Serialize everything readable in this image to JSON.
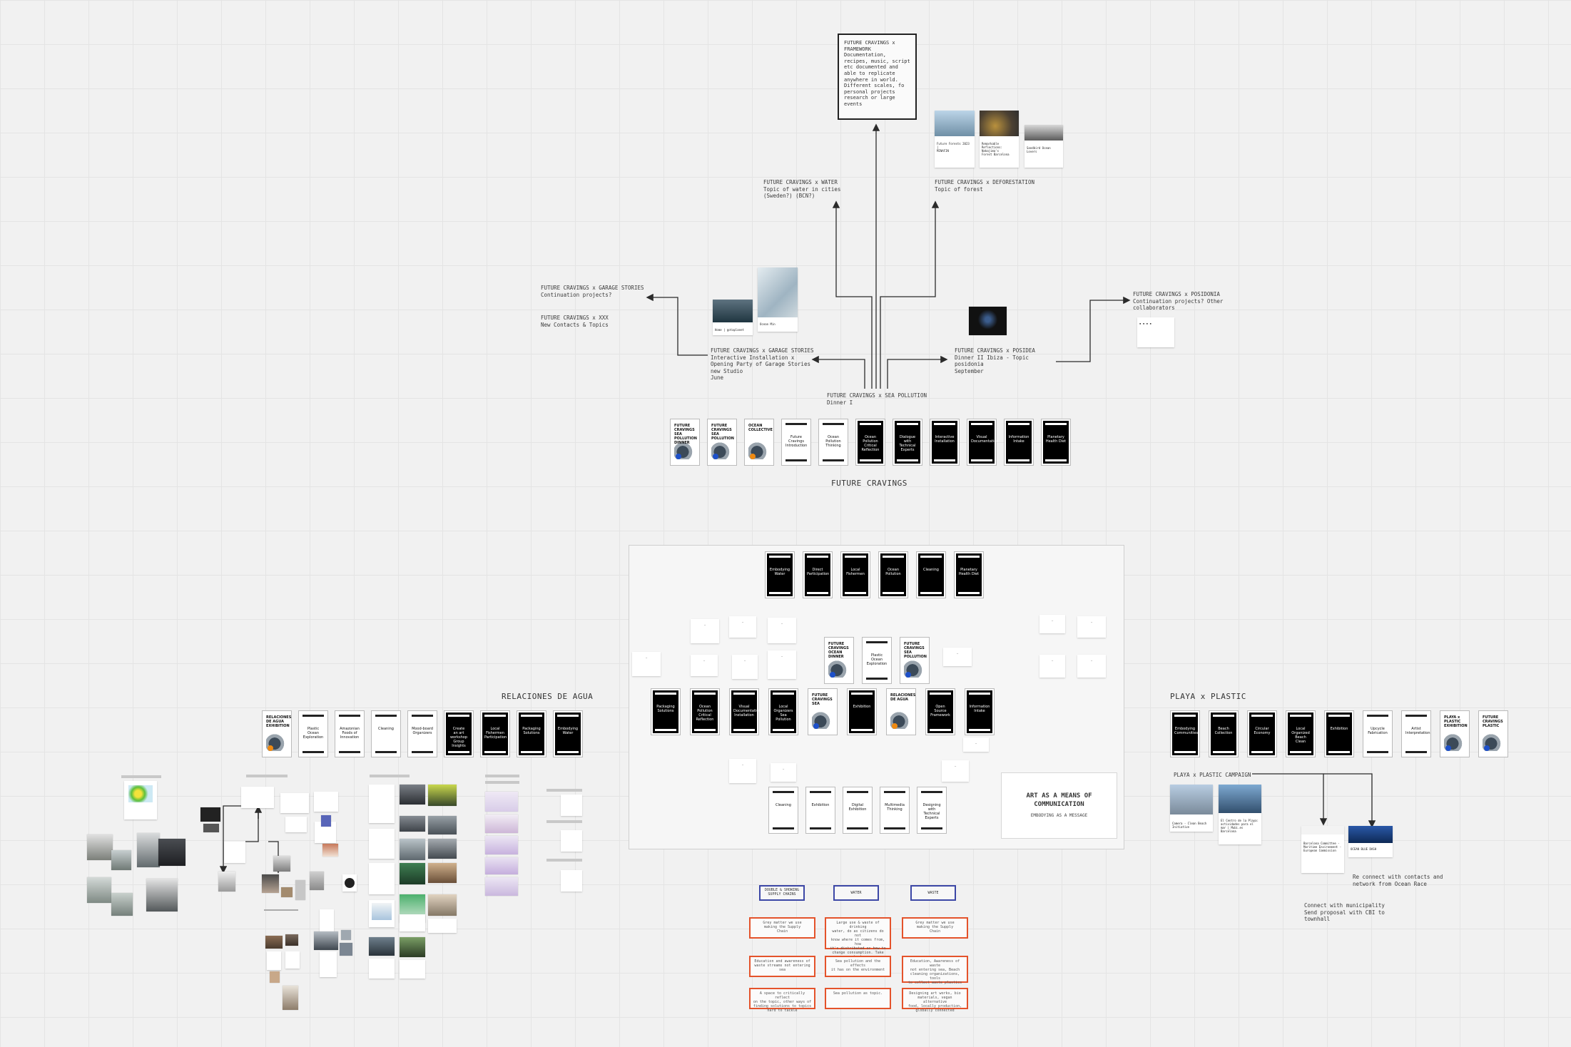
{
  "framework": {
    "text": "FUTURE CRAVINGS x\nFRAMEWORK\nDocumentation,\nrecipes, music, script\netc documented and\nable to replicate\nanywhere in world.\nDifferent scales, fo\npersonal projects\nresearch or large\nevents"
  },
  "notes": {
    "water": "FUTURE CRAVINGS x WATER\nTopic of water in cities\n(Sweden?) (BCN?)",
    "deforestation": "FUTURE CRAVINGS x DEFORESTATION\nTopic of forest",
    "garage_continuation": "FUTURE CRAVINGS x GARAGE STORIES\nContinuation projects?",
    "xxx": "FUTURE CRAVINGS x XXX\nNew Contacts & Topics",
    "garage_installation": "FUTURE CRAVINGS x GARAGE STORIES\nInteractive Installation x\nOpening Party of Garage Stories\nnew Studio\nJune",
    "posidea": "FUTURE CRAVINGS x POSIDEA\nDinner II Ibiza - Topic\nposidonia\nSeptember",
    "posidonia": "FUTURE CRAVINGS x POSIDONIA\nContinuation projects? Other\ncollaborators",
    "sea_pollution": "FUTURE CRAVINGS x SEA POLLUTION\nDinner I",
    "reconnect": "Re connect with contacts and\nnetwork from Ocean Race",
    "municipality": "Connect with municipality\nSend proposal with CBI to\ntownhall"
  },
  "section_titles": {
    "future_cravings": "FUTURE CRAVINGS",
    "relaciones": "RELACIONES DE AGUA",
    "playa": "PLAYA x PLASTIC",
    "playa_campaign": "PLAYA x PLASTIC CAMPAIGN"
  },
  "art_box": {
    "heading": "ART AS A MEANS OF\nCOMMUNICATION",
    "sub": "EMBODYING AS A MESSAGE"
  },
  "link_cards": {
    "future_forests": "Future Forests 2023 |\nMINAFIN",
    "remarkable": "Remarkable\nReflections:\nNakajima's \nForest Barcelona",
    "sandbird": "Sandbird Ocean Lovers",
    "home": "Home | gotaplanet",
    "oceanmin": "Ocean Min",
    "playa_camp": "Camera - Clean Beach\nInitiative",
    "el_centro": "El Centro de la Playa:\nactividades para el\nmar | Mubi.es\nBarcelona",
    "barcelona_ocean": "Barcelona Committee -\nMaritime Environment -\nEuropean Commission",
    "ocean_blue": "OCEAN BLUE DASH"
  },
  "blue_labels": {
    "b1": "DOUBLE & SHOWING\nSUPPLY CHAINS",
    "b2": "WATER",
    "b3": "WASTE"
  },
  "red_notes": {
    "r1": "Grey matter we use\nmaking the Supply\nChain",
    "r2": "Large use & waste of drinking\nwater, do as citizens do not\nknow where it comes from, how\nit's distributed or how to\nchange consumption. Take back\ncontrol of system",
    "r3": "Grey matter we use\nmaking the Supply\nChain",
    "r4": "Education and awareness of\nwaste streams not entering sea",
    "r5": "Sea pollution and the effects\nit has on the environment",
    "r6": "Education, Awareness of waste\nnot entering sea, Beach\ncleaning organizations, tools\nto collect waste plastics",
    "r7": "A space to critically reflect\non the topic, other ways of\nfinding solutions to topics\nhard to tackle",
    "r8": "Sea pollution as topic.",
    "r9": "Designing art works, bio\nmaterials, vegan alternative\nfood, locally production,\nglobally connected"
  },
  "fc_cards": [
    {
      "text": "FUTURE CRAVINGS\nSEA POLLUTION\nDINNER",
      "style": "img-blue"
    },
    {
      "text": "FUTURE\nCRAVINGS SEA\nPOLLUTION",
      "style": "img-blue"
    },
    {
      "text": "OCEAN\nCOLLECTIVE",
      "style": "img-orange"
    },
    {
      "text": "Future\nCravings\nIntroduction",
      "style": "white"
    },
    {
      "text": "Ocean Pollution\nThinking",
      "style": "white"
    },
    {
      "text": "Ocean\nPollution\nCritical\nReflection",
      "style": "black"
    },
    {
      "text": "Dialogue\nwith\nTechnical\nExperts",
      "style": "black"
    },
    {
      "text": "Interactive\nInstallation",
      "style": "black"
    },
    {
      "text": "Visual\nDocumentation",
      "style": "black"
    },
    {
      "text": "Information\nIntake",
      "style": "black"
    },
    {
      "text": "Planetary\nHealth Diet",
      "style": "black"
    }
  ],
  "ra_cards": [
    {
      "text": "RELACIONES\nDE AGUA\nEXHIBITION",
      "style": "img-orange"
    },
    {
      "text": "Plastic Ocean\nExploration",
      "style": "white"
    },
    {
      "text": "Amazonian\nFoods of\nInnovation",
      "style": "white"
    },
    {
      "text": "Cleaning",
      "style": "white"
    },
    {
      "text": "Mood-board\nOrganizers",
      "style": "white"
    },
    {
      "text": "Create\nan art\nworkshop\nGroup Insights",
      "style": "black"
    },
    {
      "text": "Local\nFishermen\nParticipation",
      "style": "black"
    },
    {
      "text": "Packaging\nSolutions",
      "style": "black"
    },
    {
      "text": "Embodying\nWater",
      "style": "black"
    }
  ],
  "pp_cards": [
    {
      "text": "Embodying\nCommunities",
      "style": "black"
    },
    {
      "text": "Beach\nCollection",
      "style": "black"
    },
    {
      "text": "Circular\nEconomy",
      "style": "black"
    },
    {
      "text": "Local\nOrganized\nBeach Clean",
      "style": "black"
    },
    {
      "text": "Exhibition",
      "style": "black"
    },
    {
      "text": "Upcycle\nFabrication",
      "style": "white"
    },
    {
      "text": "Artist\nInterpretation",
      "style": "white"
    },
    {
      "text": "PLAYA x\nPLASTIC\nEXHIBITION",
      "style": "img-blue"
    },
    {
      "text": "FUTURE\nCRAVINGS\nPLASTIC",
      "style": "img-blue"
    }
  ],
  "panel_top_cards": [
    {
      "text": "Embodying\nWater",
      "style": "black"
    },
    {
      "text": "Direct\nParticipation",
      "style": "black"
    },
    {
      "text": "Local\nFishermen",
      "style": "black"
    },
    {
      "text": "Ocean\nPollution",
      "style": "black"
    },
    {
      "text": "Cleaning",
      "style": "black"
    },
    {
      "text": "Planetary\nHealth Diet",
      "style": "black"
    }
  ],
  "panel_mid_cards": [
    {
      "text": "FUTURE CRAVINGS\nOCEAN DINNER",
      "style": "img-blue"
    },
    {
      "text": "Plastic Ocean\nExploration",
      "style": "white"
    },
    {
      "text": "FUTURE CRAVINGS\nSEA POLLUTION",
      "style": "img-blue"
    }
  ],
  "panel_row_cards": [
    {
      "text": "Packaging\nSolutions",
      "style": "black"
    },
    {
      "text": "Ocean\nPollution\nCritical\nReflection",
      "style": "black"
    },
    {
      "text": "Visual\nDocumentation\nInstallation",
      "style": "black"
    },
    {
      "text": "Local\nOrganizers\nSea Pollution",
      "style": "black"
    },
    {
      "text": "FUTURE\nCRAVINGS\nSEA",
      "style": "img-blue"
    },
    {
      "text": "Exhibition",
      "style": "black"
    },
    {
      "text": "RELACIONES\nDE AGUA",
      "style": "img-orange"
    },
    {
      "text": "Open Source\nFramework",
      "style": "black"
    },
    {
      "text": "Information\nIntake",
      "style": "black"
    }
  ],
  "panel_bottom_cards": [
    {
      "text": "Cleaning",
      "style": "white"
    },
    {
      "text": "Exhibition",
      "style": "white"
    },
    {
      "text": "Digital\nExhibition",
      "style": "white"
    },
    {
      "text": "Multimedia\nThinking",
      "style": "white"
    },
    {
      "text": "Designing\nwith\nTechnical\nExperts",
      "style": "white"
    }
  ],
  "colors": {
    "background": "#f1f1f1",
    "grid": "#e4e4e4",
    "line": "#2b2b2b",
    "blue_box": "#3c47a6",
    "red_box": "#e4532b",
    "card_dark": "#000000"
  }
}
